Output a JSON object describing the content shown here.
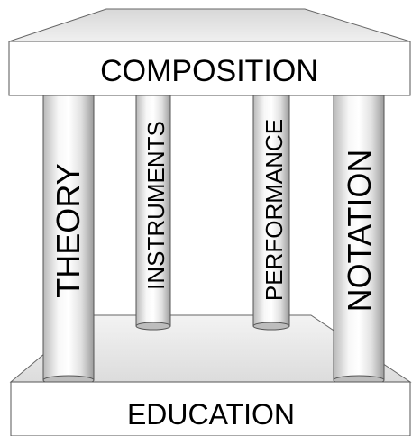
{
  "roof": {
    "label": "COMPOSITION"
  },
  "base": {
    "label": "EDUCATION"
  },
  "pillars": {
    "outer_left": "THEORY",
    "inner_left": "INSTRUMENTS",
    "inner_right": "PERFORMANCE",
    "outer_right": "NOTATION"
  }
}
